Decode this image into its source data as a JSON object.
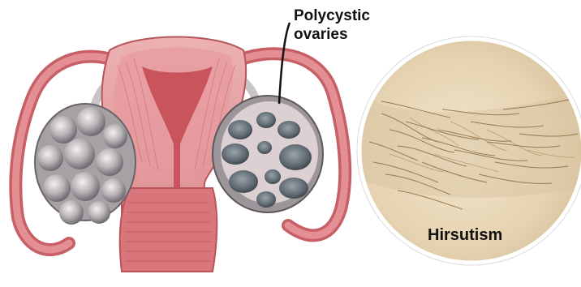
{
  "labels": {
    "polycystic_ovaries": "Polycystic\novaries",
    "hirsutism": "Hirsutism"
  },
  "colors": {
    "uterus_light": "#e9a3a6",
    "uterus_mid": "#d97b80",
    "uterus_dark": "#b8555b",
    "cyst_fill": "#6f7c86",
    "ovary_surface": "#c9c4c6",
    "skin": "#e6d6b6",
    "hair": "#8a6a3a",
    "inset_border": "#ffffff"
  },
  "icons": {
    "callout": "leader-line"
  }
}
